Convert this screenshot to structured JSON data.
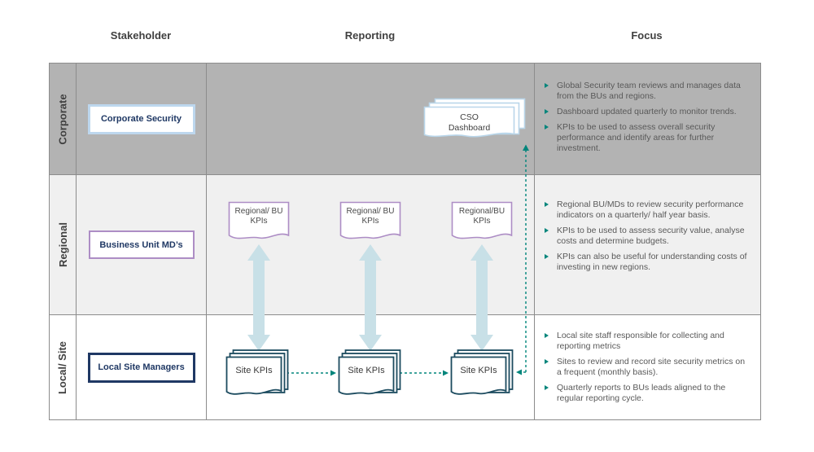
{
  "header": {
    "columns": [
      "Stakeholder",
      "Reporting",
      "Focus"
    ]
  },
  "rows": [
    {
      "label": "Corporate",
      "stakeholder": "Corporate Security",
      "focus": [
        "Global Security team reviews and manages data from the BUs and regions.",
        "Dashboard updated quarterly to monitor trends.",
        "KPIs to be used to assess overall security performance and identify areas for further investment."
      ]
    },
    {
      "label": "Regional",
      "stakeholder": "Business Unit MD’s",
      "focus": [
        "Regional BU/MDs to review security performance indicators on a quarterly/ half year basis.",
        "KPIs to be used to assess security value, analyse costs and determine budgets.",
        "KPIs can also be useful for understanding costs of investing in new regions."
      ]
    },
    {
      "label": "Local/ Site",
      "stakeholder": "Local Site Managers",
      "focus": [
        "Local site staff responsible for collecting and reporting metrics",
        "Sites to review and record site security metrics on a frequent (monthly basis).",
        "Quarterly reports to BUs leads aligned to the regular reporting cycle."
      ]
    }
  ],
  "reporting": {
    "cso_dashboard": {
      "line1": "CSO",
      "line2": "Dashboard"
    },
    "regional_docs": [
      {
        "line1": "Regional/ BU",
        "line2": "KPIs"
      },
      {
        "line1": "Regional/ BU",
        "line2": "KPIs"
      },
      {
        "line1": "Regional/BU",
        "line2": "KPIs"
      }
    ],
    "site_docs": [
      "Site KPIs",
      "Site KPIs",
      "Site KPIs"
    ]
  },
  "colors": {
    "corporate_row_bg": "#b3b3b3",
    "regional_row_bg": "#f0f0f0",
    "local_row_bg": "#ffffff",
    "grid_border": "#8c8c8c",
    "navy": "#1f3864",
    "purple": "#ad8dc5",
    "site_doc_border": "#1c4b5f",
    "pale_blue_border": "#bdd7ee",
    "cso_doc_border": "#b9d6ea",
    "teal_arrow": "#00857b",
    "block_arrow": "#c8e0e7",
    "body_text": "#595959",
    "heading_text": "#404040"
  }
}
